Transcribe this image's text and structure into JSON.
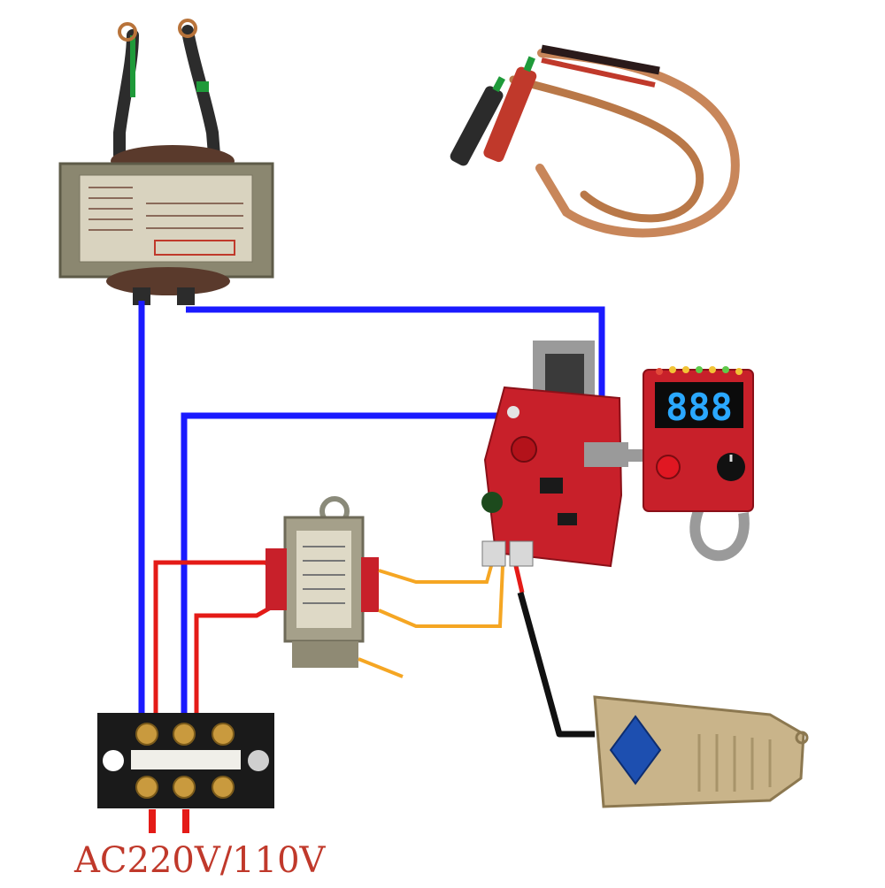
{
  "diagram": {
    "input_label": "AC220V/110V",
    "display_digits": "888"
  },
  "colors": {
    "blue_wire": "#1a1aff",
    "red_wire": "#e41b17",
    "orange_wire": "#f5a623",
    "black_wire": "#111111",
    "pcb_red": "#c8202a",
    "display_blue": "#2aa8ff",
    "transformer_gray": "#8b8770",
    "pedal_beige": "#c9b48a",
    "copper": "#c8865a",
    "label_red": "#c0392b"
  },
  "components": {
    "main_transformer": "large-transformer",
    "welding_pens": "welding-pen-cables",
    "control_board": "spot-welder-control-board",
    "display_module": "digital-display-module",
    "small_transformer": "small-transformer",
    "terminal_block": "terminal-block",
    "foot_pedal": "foot-pedal-switch"
  }
}
